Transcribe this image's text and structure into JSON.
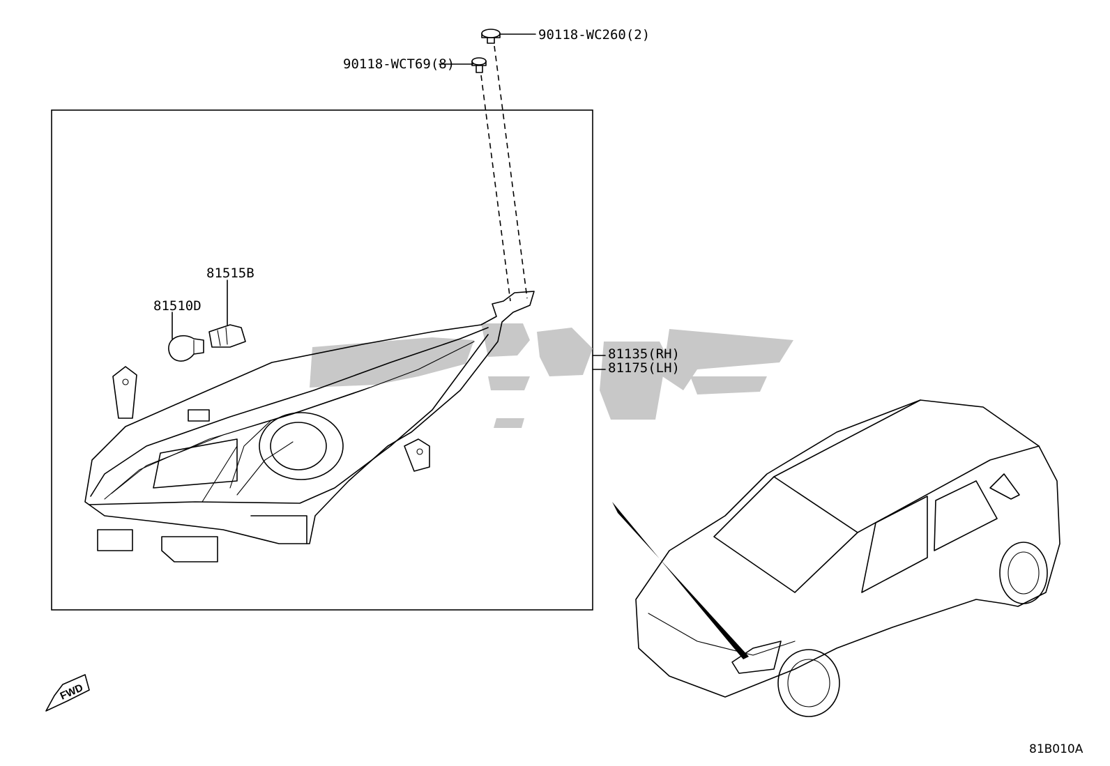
{
  "parts": {
    "bolt_top": "90118-WC260(2)",
    "bolt_side": "90118-WCT69(8)",
    "socket": "81515B",
    "bulb": "81510D",
    "headlamp_rh": "81135(RH)",
    "headlamp_lh": "81175(LH)"
  },
  "forward_indicator": "FWD",
  "diagram_ref": "81B010A",
  "watermark": {
    "text": "نيك پارت",
    "color": "#c8c8c8"
  }
}
